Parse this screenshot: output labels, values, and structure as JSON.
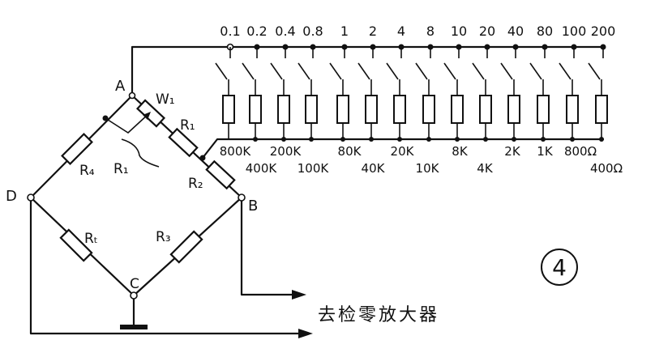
{
  "nodes": {
    "A": "A",
    "B": "B",
    "C": "C",
    "D": "D"
  },
  "components": {
    "W1": "W₁",
    "R1_top": "R₁",
    "R1_pot": "R₁",
    "R2": "R₂",
    "R3": "R₃",
    "R4": "R₄",
    "Rt": "Rₜ"
  },
  "ranges_top": [
    "0.1",
    "0.2",
    "0.4",
    "0.8",
    "1",
    "2",
    "4",
    "8",
    "10",
    "20",
    "40",
    "80",
    "100",
    "200"
  ],
  "resistors_upper": [
    "800K",
    "200K",
    "80K",
    "20K",
    "8K",
    "2K",
    "1K",
    "800Ω"
  ],
  "resistors_lower": [
    "400K",
    "100K",
    "40K",
    "10K",
    "4K",
    "400Ω"
  ],
  "output_label": "去检零放大器",
  "figure_number": "4"
}
